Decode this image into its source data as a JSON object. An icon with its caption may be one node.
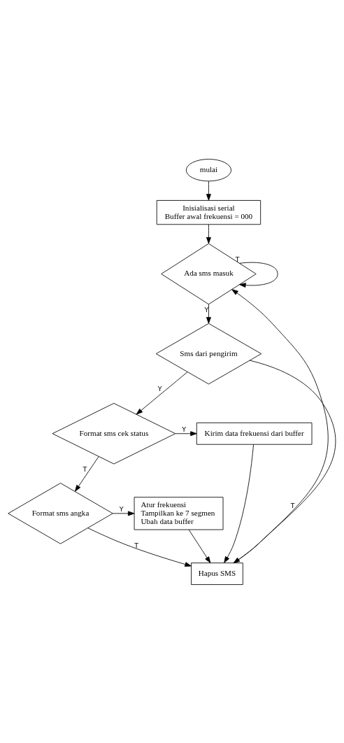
{
  "diagram": {
    "nodes": [
      {
        "text": [
          "mulai"
        ]
      },
      {
        "text": [
          "Inisialisasi serial",
          "Buffer awal frekuensi = 000"
        ]
      },
      {
        "text": [
          "Ada sms masuk"
        ]
      },
      {
        "text": [
          "Sms dari pengirim"
        ]
      },
      {
        "text": [
          "Format sms cek status"
        ]
      },
      {
        "text": [
          "Kirim data frekuensi dari buffer"
        ]
      },
      {
        "text": [
          "Format sms angka"
        ]
      },
      {
        "text": [
          "Atur frekuensi",
          "Tampilkan ke 7 segmen",
          "Ubah data buffer"
        ]
      },
      {
        "text": [
          "Hapus SMS"
        ]
      }
    ],
    "edges": [
      {
        "from": 0,
        "to": 1,
        "arrow": "to"
      },
      {
        "from": 1,
        "to": 2,
        "arrow": "to"
      },
      {
        "from": 2,
        "to": 2,
        "arrow": "to",
        "label": "T"
      },
      {
        "from": 2,
        "to": 3,
        "arrow": "to",
        "label": "Y"
      },
      {
        "from": 3,
        "to": 8,
        "arrow": "to",
        "label": "T"
      },
      {
        "from": 3,
        "to": 4,
        "arrow": "to",
        "label": "Y"
      },
      {
        "from": 4,
        "to": 5,
        "arrow": "to",
        "label": "Y"
      },
      {
        "from": 4,
        "to": 6,
        "arrow": "to",
        "label": "T"
      },
      {
        "from": 5,
        "to": 8,
        "arrow": "to"
      },
      {
        "from": 6,
        "to": 7,
        "arrow": "to",
        "label": "Y"
      },
      {
        "from": 6,
        "to": 8,
        "arrow": "to",
        "label": "T"
      },
      {
        "from": 7,
        "to": 8,
        "arrow": "to"
      },
      {
        "from": 8,
        "to": 2,
        "arrow": "to"
      }
    ]
  }
}
